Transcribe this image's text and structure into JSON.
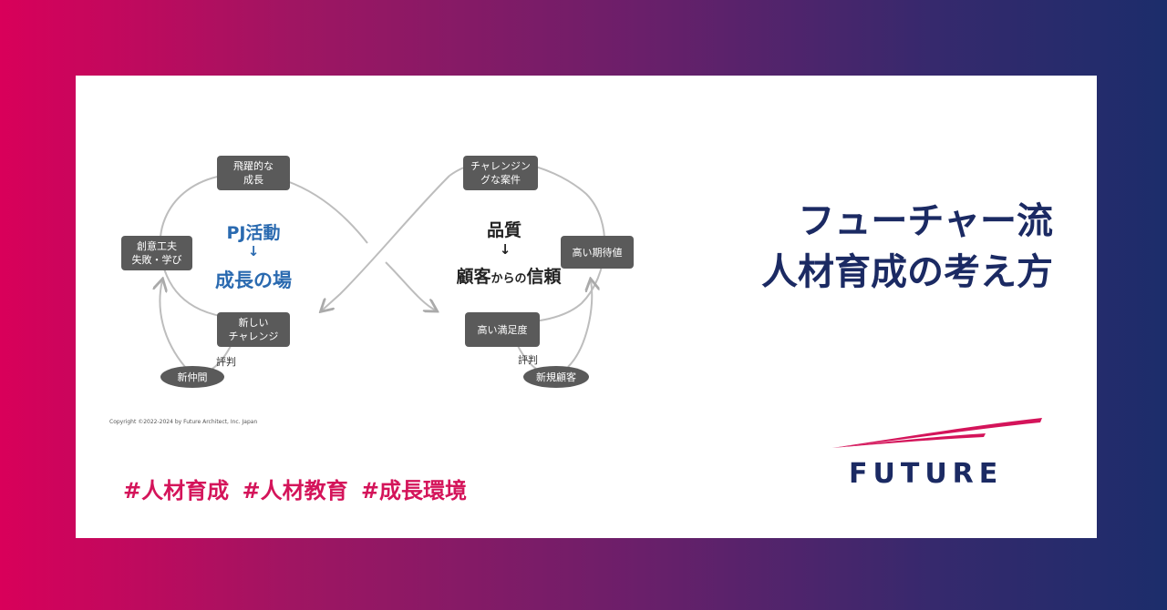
{
  "diagram": {
    "left_loop": {
      "center_line1": "PJ活動",
      "center_arrow": "↓",
      "center_line2": "成長の場",
      "nodes": {
        "top": "飛躍的な\n成長",
        "left": "創意工夫\n失敗・学び",
        "bottom": "新しい\nチャレンジ"
      },
      "ellipse": "新仲間",
      "annotation": "評判"
    },
    "right_loop": {
      "center_line1": "品質",
      "center_arrow": "↓",
      "center_line2_a": "顧客",
      "center_line2_b": "からの",
      "center_line2_c": "信頼",
      "nodes": {
        "top": "チャレンジン\nグな案件",
        "right": "高い期待値",
        "bottom": "高い満足度"
      },
      "ellipse": "新規顧客",
      "annotation": "評判"
    },
    "copyright": "Copyright ©2022-2024 by Future Architect, Inc. Japan"
  },
  "hashtags": "#人材育成 #人材教育 #成長環境",
  "title": {
    "line1": "フューチャー流",
    "line2": "人材育成の考え方"
  },
  "logo": {
    "text": "FUTURE",
    "accent_color": "#d4145a",
    "text_color": "#1b2a63"
  },
  "colors": {
    "background_start": "#d9005a",
    "background_end": "#1c2d6b",
    "node_fill": "#5a5a5a",
    "blue_text": "#2a6ab0"
  }
}
